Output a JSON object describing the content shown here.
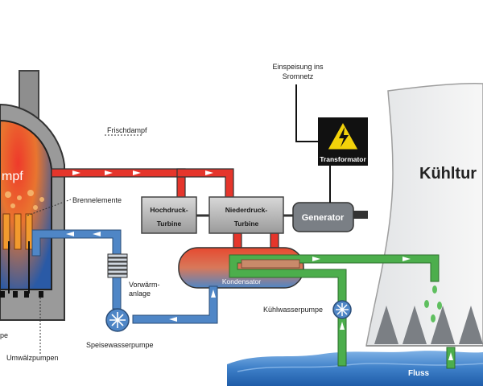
{
  "labels": {
    "reactor": "mpf",
    "frischdampf": "Frischdampf",
    "brennelemente": "Brennelemente",
    "einspeisung_1": "Einspeisung ins",
    "einspeisung_2": "Sromnetz",
    "transformator": "Transformator",
    "hochdruck_1": "Hochdruck-",
    "hochdruck_2": "Turbine",
    "niederdruck_1": "Niederdruck-",
    "niederdruck_2": "Turbine",
    "generator": "Generator",
    "kuehlturm": "Kühltur",
    "vorwaerm_1": "Vorwärm-",
    "vorwaerm_2": "anlage",
    "kondensator": "Kondensator",
    "kuehlwasserpumpe": "Kühlwasserpumpe",
    "speisewasserpumpe": "Speisewasserpumpe",
    "umwaelzpumpen": "Umwälzpumpen",
    "pe": "pe",
    "fluss": "Fluss"
  },
  "colors": {
    "steam": "#e5352b",
    "feedwater": "#4f86c6",
    "coolant": "#4cae4c",
    "machine": "#8c8c8c",
    "river": "#1f63ad",
    "warning": "#f2d20a"
  },
  "icons": {
    "warning": "lightning-warning-icon",
    "pump": "pump-icon"
  }
}
